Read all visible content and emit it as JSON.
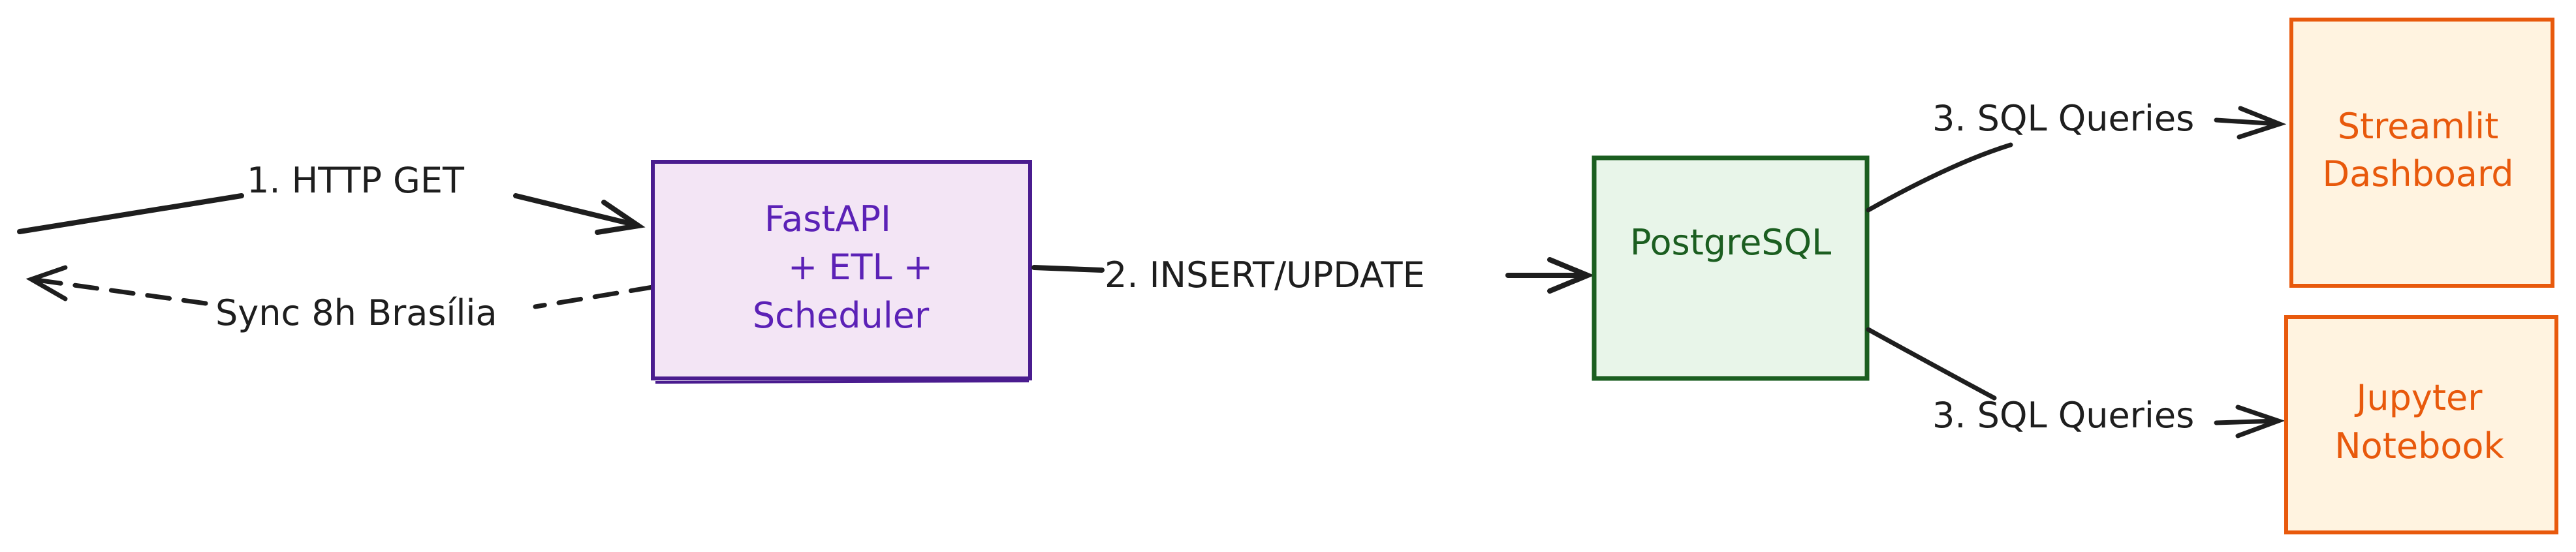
{
  "nodes": {
    "fastapi": {
      "line1": "FastAPI",
      "line2": "+ ETL +",
      "line3": "Scheduler",
      "fill": "#f3e5f5",
      "stroke": "#4a1c8f",
      "text_color": "#5b21b6"
    },
    "postgres": {
      "line1": "PostgreSQL",
      "fill": "#e8f5e9",
      "stroke": "#1b5e20",
      "text_color": "#1b5e20"
    },
    "streamlit": {
      "line1": "Streamlit",
      "line2": "Dashboard",
      "fill": "#fff3e0",
      "stroke": "#e8590c",
      "text_color": "#e8590c"
    },
    "jupyter": {
      "line1": "Jupyter",
      "line2": "Notebook",
      "fill": "#fff3e0",
      "stroke": "#e8590c",
      "text_color": "#e8590c"
    }
  },
  "edges": {
    "http_get": "1. HTTP GET",
    "sync": "Sync 8h Brasília",
    "insert_update": "2. INSERT/UPDATE",
    "sql_queries_top": "3. SQL Queries",
    "sql_queries_bottom": "3. SQL Queries"
  },
  "colors": {
    "arrow": "#1e1e1e"
  }
}
